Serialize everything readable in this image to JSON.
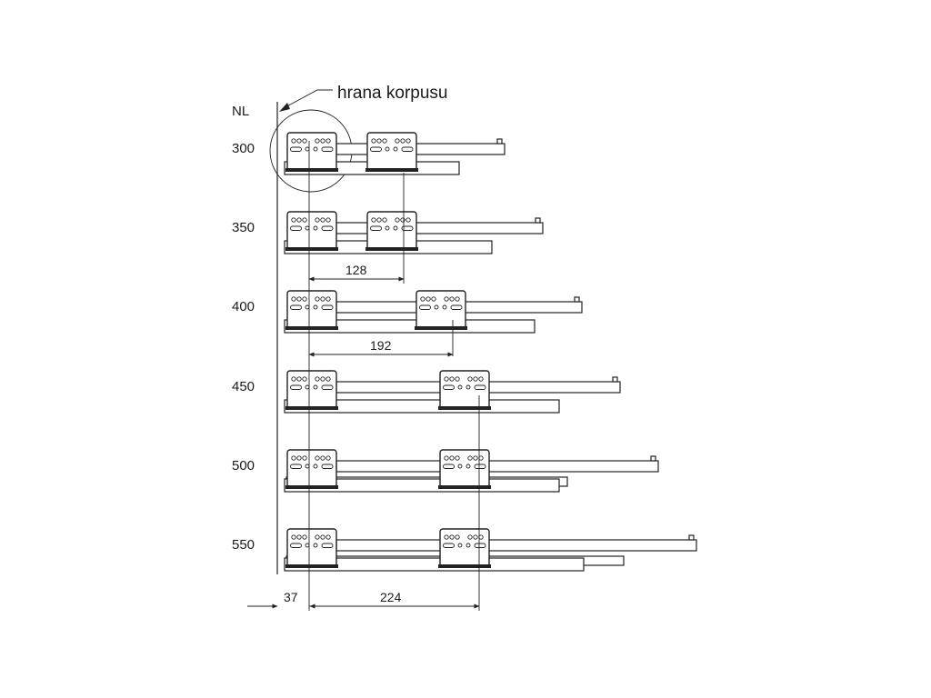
{
  "header": {
    "nl_label": "NL"
  },
  "edge_label": "hrana korpusu",
  "lengths": [
    "300",
    "350",
    "400",
    "450",
    "500",
    "550"
  ],
  "dimensions": {
    "d128": "128",
    "d192": "192",
    "d37": "37",
    "d224": "224"
  },
  "colors": {
    "line": "#222222",
    "background": "#ffffff"
  }
}
